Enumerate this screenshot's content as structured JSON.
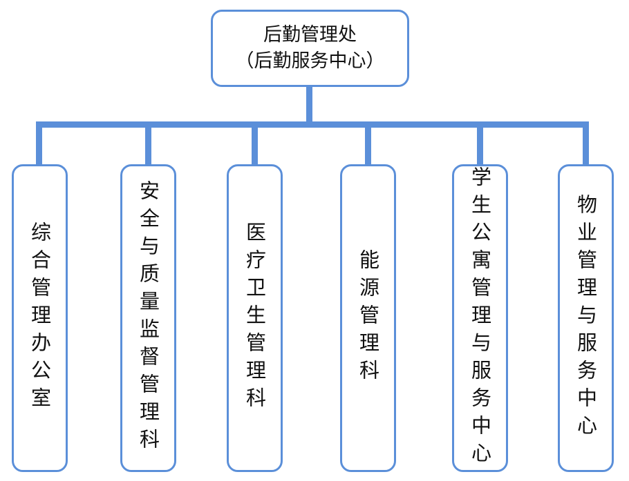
{
  "root": {
    "line1": "后勤管理处",
    "line2": "（后勤服务中心）"
  },
  "departments": [
    "综合管理办公室",
    "安全与质量监督管理科",
    "医疗卫生管理科",
    "能源管理科",
    "学生公寓管理与服务中心",
    "物业管理与服务中心"
  ],
  "colors": {
    "line": "#5b8fd9",
    "border": "#5b8fd9",
    "text": "#111111"
  }
}
